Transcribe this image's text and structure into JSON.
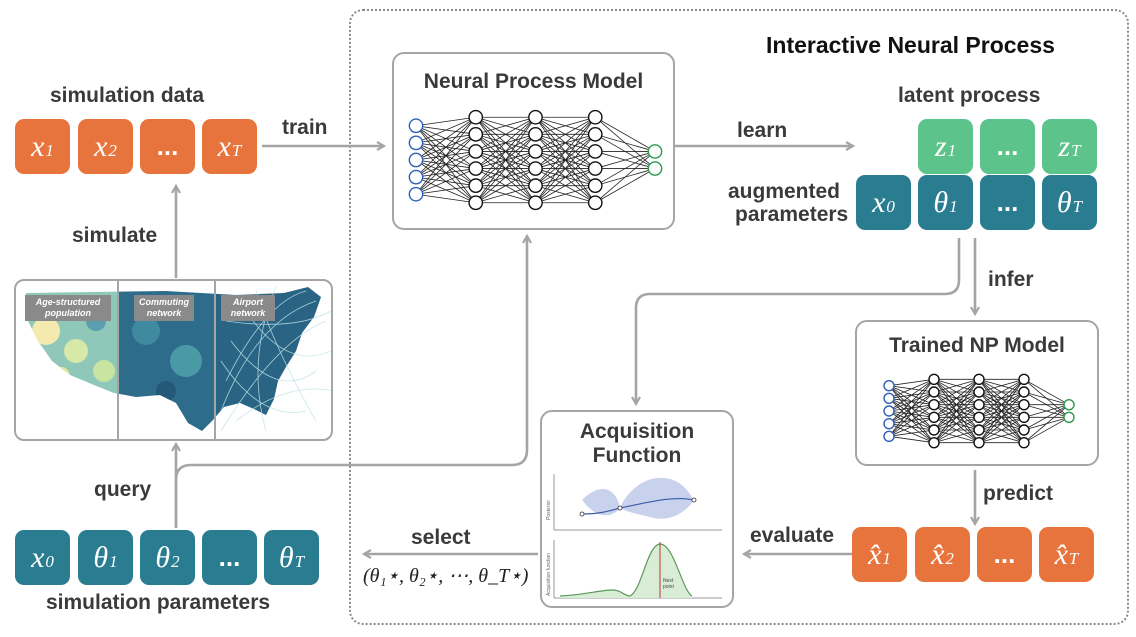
{
  "title": "Interactive Neural Process",
  "labels": {
    "simulation_data": "simulation data",
    "train": "train",
    "simulate": "simulate",
    "query": "query",
    "simulation_parameters": "simulation parameters",
    "neural_process_model": "Neural Process Model",
    "learn": "learn",
    "latent_process": "latent process",
    "augmented_parameters_1": "augmented",
    "augmented_parameters_2": "parameters",
    "infer": "infer",
    "trained_np_model": "Trained NP Model",
    "predict": "predict",
    "evaluate": "evaluate",
    "acquisition_function_1": "Acquisition",
    "acquisition_function_2": "Function",
    "select": "select"
  },
  "map_panels": {
    "age_structured_1": "Age-structured",
    "age_structured_2": "population",
    "commuting_1": "Commuting",
    "commuting_2": "network",
    "airport_1": "Airport",
    "airport_2": "network"
  },
  "plot_labels": {
    "posterior": "Posterior",
    "acquisition_function": "Acquisition function",
    "next_1": "Next",
    "next_2": "point"
  },
  "tokens": {
    "sim_data": [
      {
        "base": "x",
        "sub": "1"
      },
      {
        "base": "x",
        "sub": "2"
      },
      {
        "base": "...",
        "sub": ""
      },
      {
        "base": "x",
        "sub": "T"
      }
    ],
    "latent": [
      {
        "base": "z",
        "sub": "1"
      },
      {
        "base": "...",
        "sub": ""
      },
      {
        "base": "z",
        "sub": "T"
      }
    ],
    "augmented": [
      {
        "base": "x",
        "sub": "0"
      },
      {
        "base": "θ",
        "sub": "1"
      },
      {
        "base": "...",
        "sub": ""
      },
      {
        "base": "θ",
        "sub": "T"
      }
    ],
    "predicted": [
      {
        "base": "x̂",
        "sub": "1"
      },
      {
        "base": "x̂",
        "sub": "2"
      },
      {
        "base": "...",
        "sub": ""
      },
      {
        "base": "x̂",
        "sub": "T"
      }
    ],
    "sim_params": [
      {
        "base": "x",
        "sub": "0"
      },
      {
        "base": "θ",
        "sub": "1"
      },
      {
        "base": "θ",
        "sub": "2"
      },
      {
        "base": "...",
        "sub": ""
      },
      {
        "base": "θ",
        "sub": "T"
      }
    ]
  },
  "select_formula": "(θ₁⋆, θ₂⋆, ⋯, θ_T⋆)",
  "colors": {
    "orange": "#e8743d",
    "teal": "#2a7c90",
    "green": "#5cc48a",
    "arrow": "#a5a5a5",
    "text": "#3a3a3a"
  }
}
